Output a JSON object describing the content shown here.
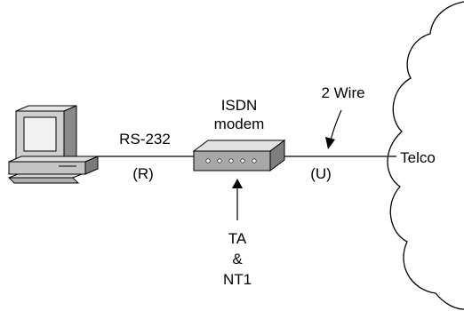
{
  "labels": {
    "isdn_line1": "ISDN",
    "isdn_line2": "modem",
    "rs232": "RS-232",
    "r_point": "(R)",
    "u_point": "(U)",
    "two_wire": "2 Wire",
    "telco": "Telco",
    "ta_line1": "TA",
    "ta_line2": "&",
    "ta_line3": "NT1"
  },
  "colors": {
    "stroke": "#000000",
    "device_light": "#d8d8d8",
    "device_mid": "#a8a8a8",
    "device_dark": "#6e6e6e",
    "screen": "#f2f2f2"
  }
}
